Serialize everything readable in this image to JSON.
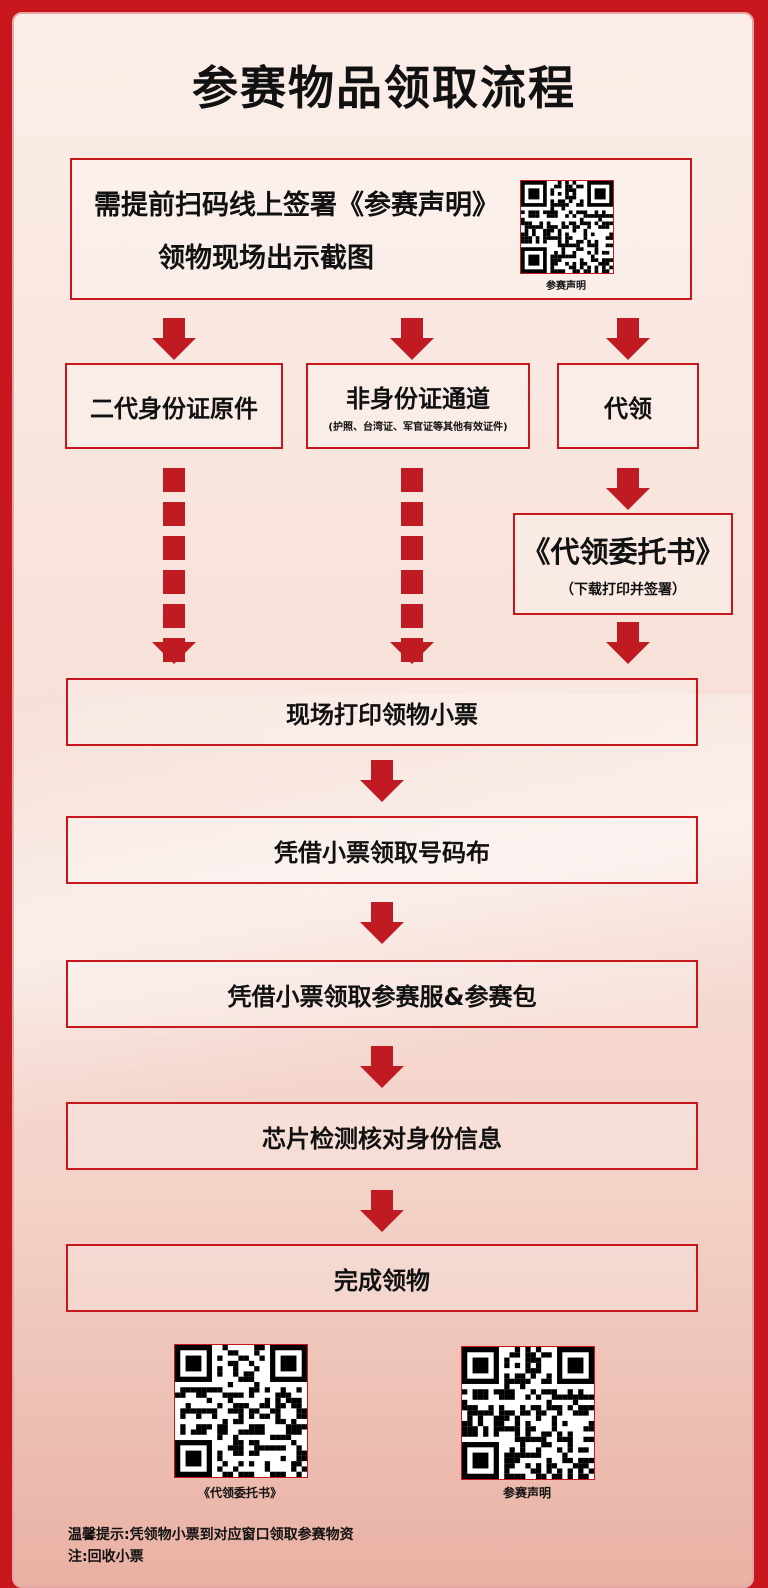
{
  "title": "参赛物品领取流程",
  "top_box": {
    "line1": "需提前扫码线上签署《参赛声明》",
    "line2": "领物现场出示截图",
    "qr_caption": "参赛声明"
  },
  "branches": {
    "id_card": "二代身份证原件",
    "non_id": "非身份证通道",
    "non_id_note": "(护照、台湾证、军官证等其他有效证件)",
    "proxy": "代领",
    "proxy_doc": "《代领委托书》",
    "proxy_doc_note": "（下载打印并签署）"
  },
  "steps": [
    "现场打印领物小票",
    "凭借小票领取号码布",
    "凭借小票领取参赛服&参赛包",
    "芯片检测核对身份信息",
    "完成领物"
  ],
  "bottom_qrs": {
    "left_caption": "《代领委托书》",
    "right_caption": "参赛声明"
  },
  "notes": {
    "tip": "温馨提示:凭领物小票到对应窗口领取参赛物资",
    "note": "注:回收小票"
  },
  "colors": {
    "accent": "#c8161d",
    "background": "#fbeee8"
  }
}
